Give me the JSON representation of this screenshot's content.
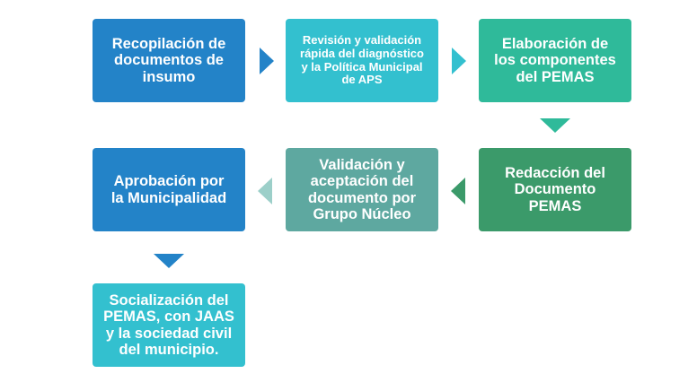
{
  "colors": {
    "blue": "#2383c8",
    "cyan": "#33c0cf",
    "teal": "#2fba9a",
    "green": "#3b9a6a",
    "grey_teal": "#5ea8a0",
    "arrow_blue": "#2383c8",
    "arrow_cyan": "#33c0cf",
    "arrow_teal": "#2fba9a",
    "arrow_green": "#3b9a6a",
    "arrow_grey": "#9ccfc9"
  },
  "steps": [
    {
      "label": "Recopilación de\ndocumentos de\ninsumo",
      "color": "#2383c8"
    },
    {
      "label": "Revisión y validación\nrápida del diagnóstico\ny la Política Municipal\nde APS",
      "color": "#33c0cf"
    },
    {
      "label": "Elaboración de\nlos componentes\ndel PEMAS",
      "color": "#2fba9a"
    },
    {
      "label": "Redacción del\nDocumento\nPEMAS",
      "color": "#3b9a6a"
    },
    {
      "label": "Validación y\naceptación del\ndocumento por\nGrupo Núcleo",
      "color": "#5ea8a0"
    },
    {
      "label": "Aprobación por\nla Municipalidad",
      "color": "#2383c8"
    },
    {
      "label": "Socialización del\nPEMAS, con JAAS\ny la sociedad civil\ndel municipio.",
      "color": "#33c0cf"
    }
  ]
}
